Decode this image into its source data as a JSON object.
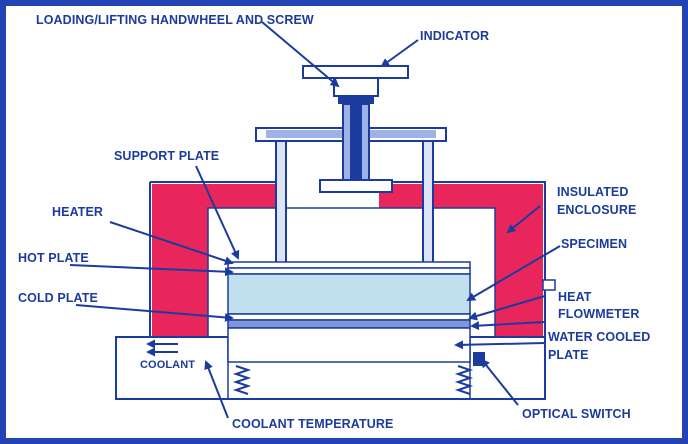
{
  "labels": {
    "handwheel": "LOADING/LIFTING HANDWHEEL AND SCREW",
    "indicator": "INDICATOR",
    "support_plate": "SUPPORT PLATE",
    "insulated_line1": "INSULATED",
    "insulated_line2": "ENCLOSURE",
    "heater": "HEATER",
    "specimen": "SPECIMEN",
    "hot_plate": "HOT PLATE",
    "cold_plate": "COLD PLATE",
    "heat_line1": "HEAT",
    "heat_line2": "FLOWMETER",
    "water_line1": "WATER COOLED",
    "water_line2": "PLATE",
    "coolant": "COOLANT",
    "coolant_temperature": "COOLANT TEMPERATURE",
    "optical_switch": "OPTICAL SWITCH"
  },
  "colors": {
    "frame": "#2343b5",
    "line": "#1c3b9e",
    "insulation": "#e8265c",
    "specimen": "#bfe0ec",
    "background": "#ffffff"
  }
}
